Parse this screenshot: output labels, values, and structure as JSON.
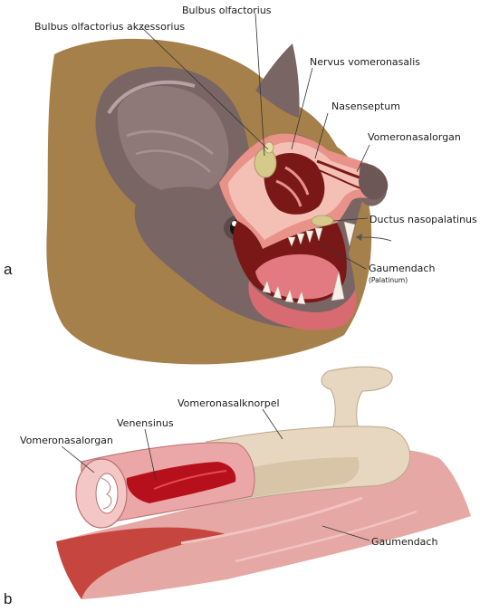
{
  "panel_a": {
    "letter": "a",
    "labels": {
      "bulbus_olfactorius": "Bulbus olfactorius",
      "bulbus_olfactorius_akzessorius": "Bulbus olfactorius akzessorius",
      "nervus_vomeronasalis": "Nervus vomeronasalis",
      "nasenseptum": "Nasenseptum",
      "vomeronasalorgan": "Vomeronasalorgan",
      "ductus_nasopalatinus": "Ductus nasopalatinus",
      "gaumendach": "Gaumendach",
      "palatinum": "(Palatinum)"
    }
  },
  "panel_b": {
    "letter": "b",
    "labels": {
      "vomeronasalknorpel": "Vomeronasalknorpel",
      "venensinus": "Venensinus",
      "vomeronasalorgan": "Vomeronasalorgan",
      "gaumendach": "Gaumendach"
    }
  },
  "colors": {
    "fur": "#a6804a",
    "skin": "#7a6565",
    "ear_inner": "#8e7878",
    "nasal_tissue": "#e8928a",
    "nasal_light": "#f4c0b6",
    "cavity": "#7a1818",
    "gum": "#e37a82",
    "bulbus": "#d6c98c",
    "cartilage": "#e7d7c0",
    "venous": "#b5101c",
    "palate": "#e6a8a4"
  }
}
